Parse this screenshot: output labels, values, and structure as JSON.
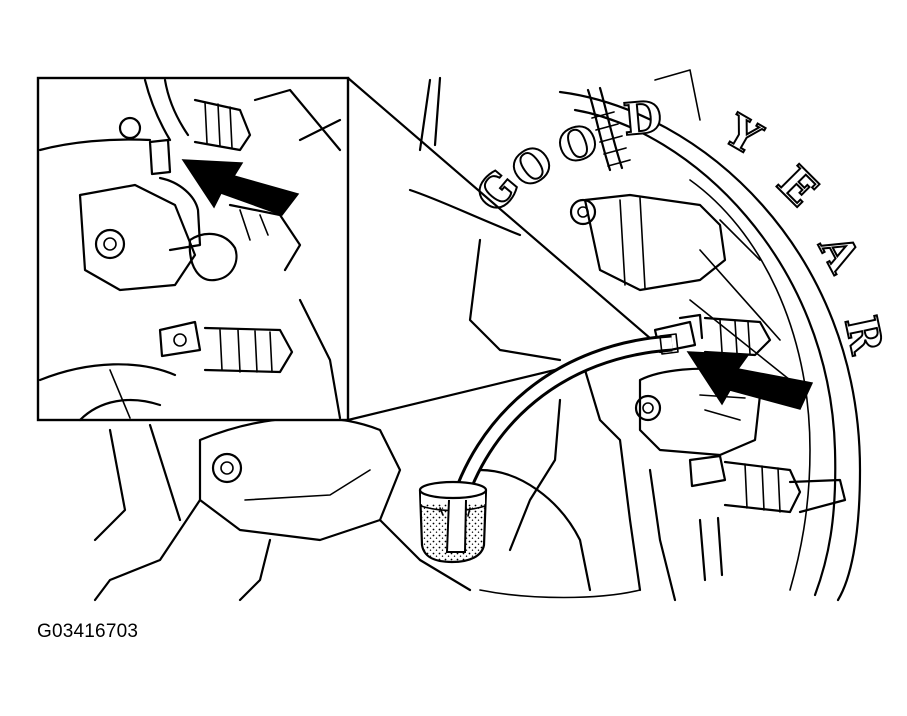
{
  "figure": {
    "id_label": "G03416703",
    "tire_brand": "GOODYEAR",
    "tire_letters": [
      "G",
      "O",
      "O",
      "D",
      "Y",
      "E",
      "A",
      "R"
    ]
  }
}
